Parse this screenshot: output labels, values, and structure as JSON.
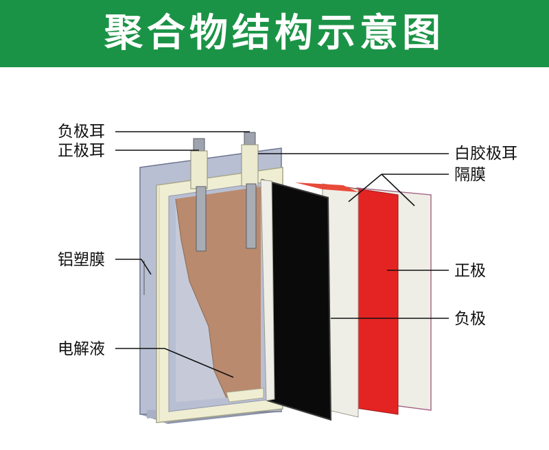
{
  "title": "聚合物结构示意图",
  "colors": {
    "banner": "#1b9346",
    "electrolyte": "#b98a6e",
    "negative_electrode": "#0a0a0a",
    "positive_electrode": "#e42323",
    "separator": "#efeee6",
    "pouch": "#b8bfd3"
  },
  "labels": {
    "negative_tab": "负极耳",
    "positive_tab": "正极耳",
    "tab_tape": "白胶极耳",
    "separator": "隔膜",
    "pouch_film": "铝塑膜",
    "positive_electrode": "正极",
    "negative_electrode": "负极",
    "electrolyte": "电解液"
  }
}
